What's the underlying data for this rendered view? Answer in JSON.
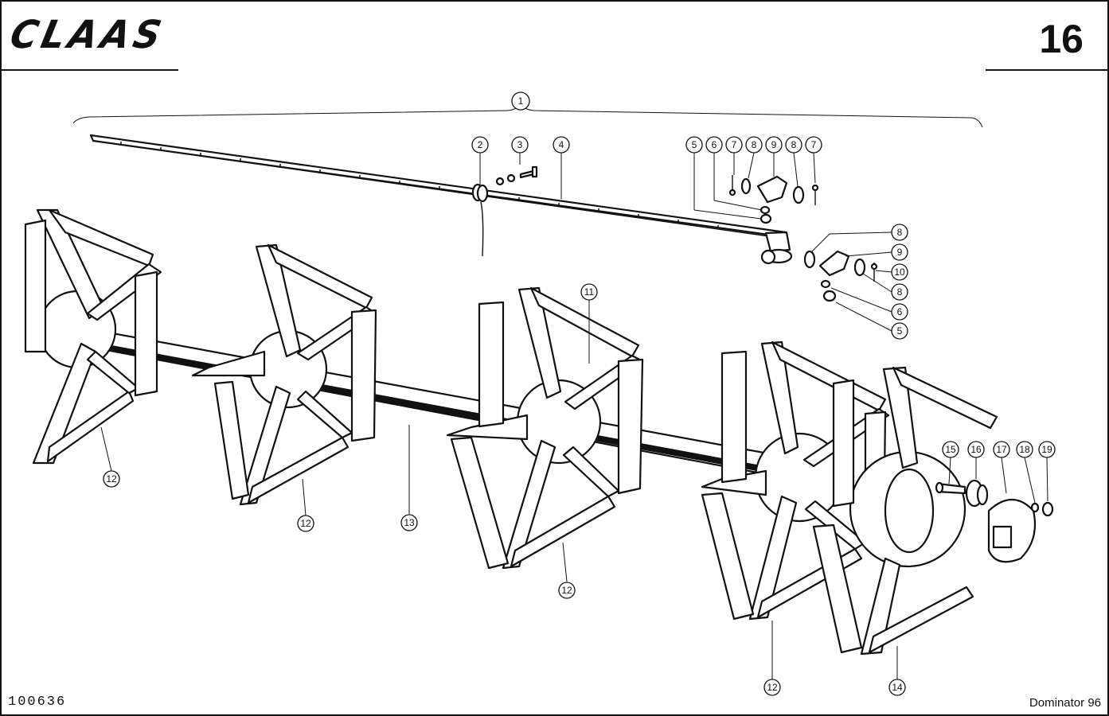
{
  "header": {
    "logo_text": "CLAAS",
    "page_number": "16"
  },
  "footer": {
    "doc_id": "100636",
    "model": "Dominator 96"
  },
  "callouts": [
    {
      "id": "c1",
      "label": "1"
    },
    {
      "id": "c2",
      "label": "2"
    },
    {
      "id": "c3",
      "label": "3"
    },
    {
      "id": "c4",
      "label": "4"
    },
    {
      "id": "c5a",
      "label": "5"
    },
    {
      "id": "c6a",
      "label": "6"
    },
    {
      "id": "c7a",
      "label": "7"
    },
    {
      "id": "c8a",
      "label": "8"
    },
    {
      "id": "c9a",
      "label": "9"
    },
    {
      "id": "c8b",
      "label": "8"
    },
    {
      "id": "c7b",
      "label": "7"
    },
    {
      "id": "c8c",
      "label": "8"
    },
    {
      "id": "c9b",
      "label": "9"
    },
    {
      "id": "c10",
      "label": "10"
    },
    {
      "id": "c8d",
      "label": "8"
    },
    {
      "id": "c6b",
      "label": "6"
    },
    {
      "id": "c5b",
      "label": "5"
    },
    {
      "id": "c11",
      "label": "11"
    },
    {
      "id": "c12a",
      "label": "12"
    },
    {
      "id": "c12b",
      "label": "12"
    },
    {
      "id": "c13",
      "label": "13"
    },
    {
      "id": "c12c",
      "label": "12"
    },
    {
      "id": "c12d",
      "label": "12"
    },
    {
      "id": "c14",
      "label": "14"
    },
    {
      "id": "c15",
      "label": "15"
    },
    {
      "id": "c16",
      "label": "16"
    },
    {
      "id": "c17",
      "label": "17"
    },
    {
      "id": "c18",
      "label": "18"
    },
    {
      "id": "c19",
      "label": "19"
    }
  ]
}
